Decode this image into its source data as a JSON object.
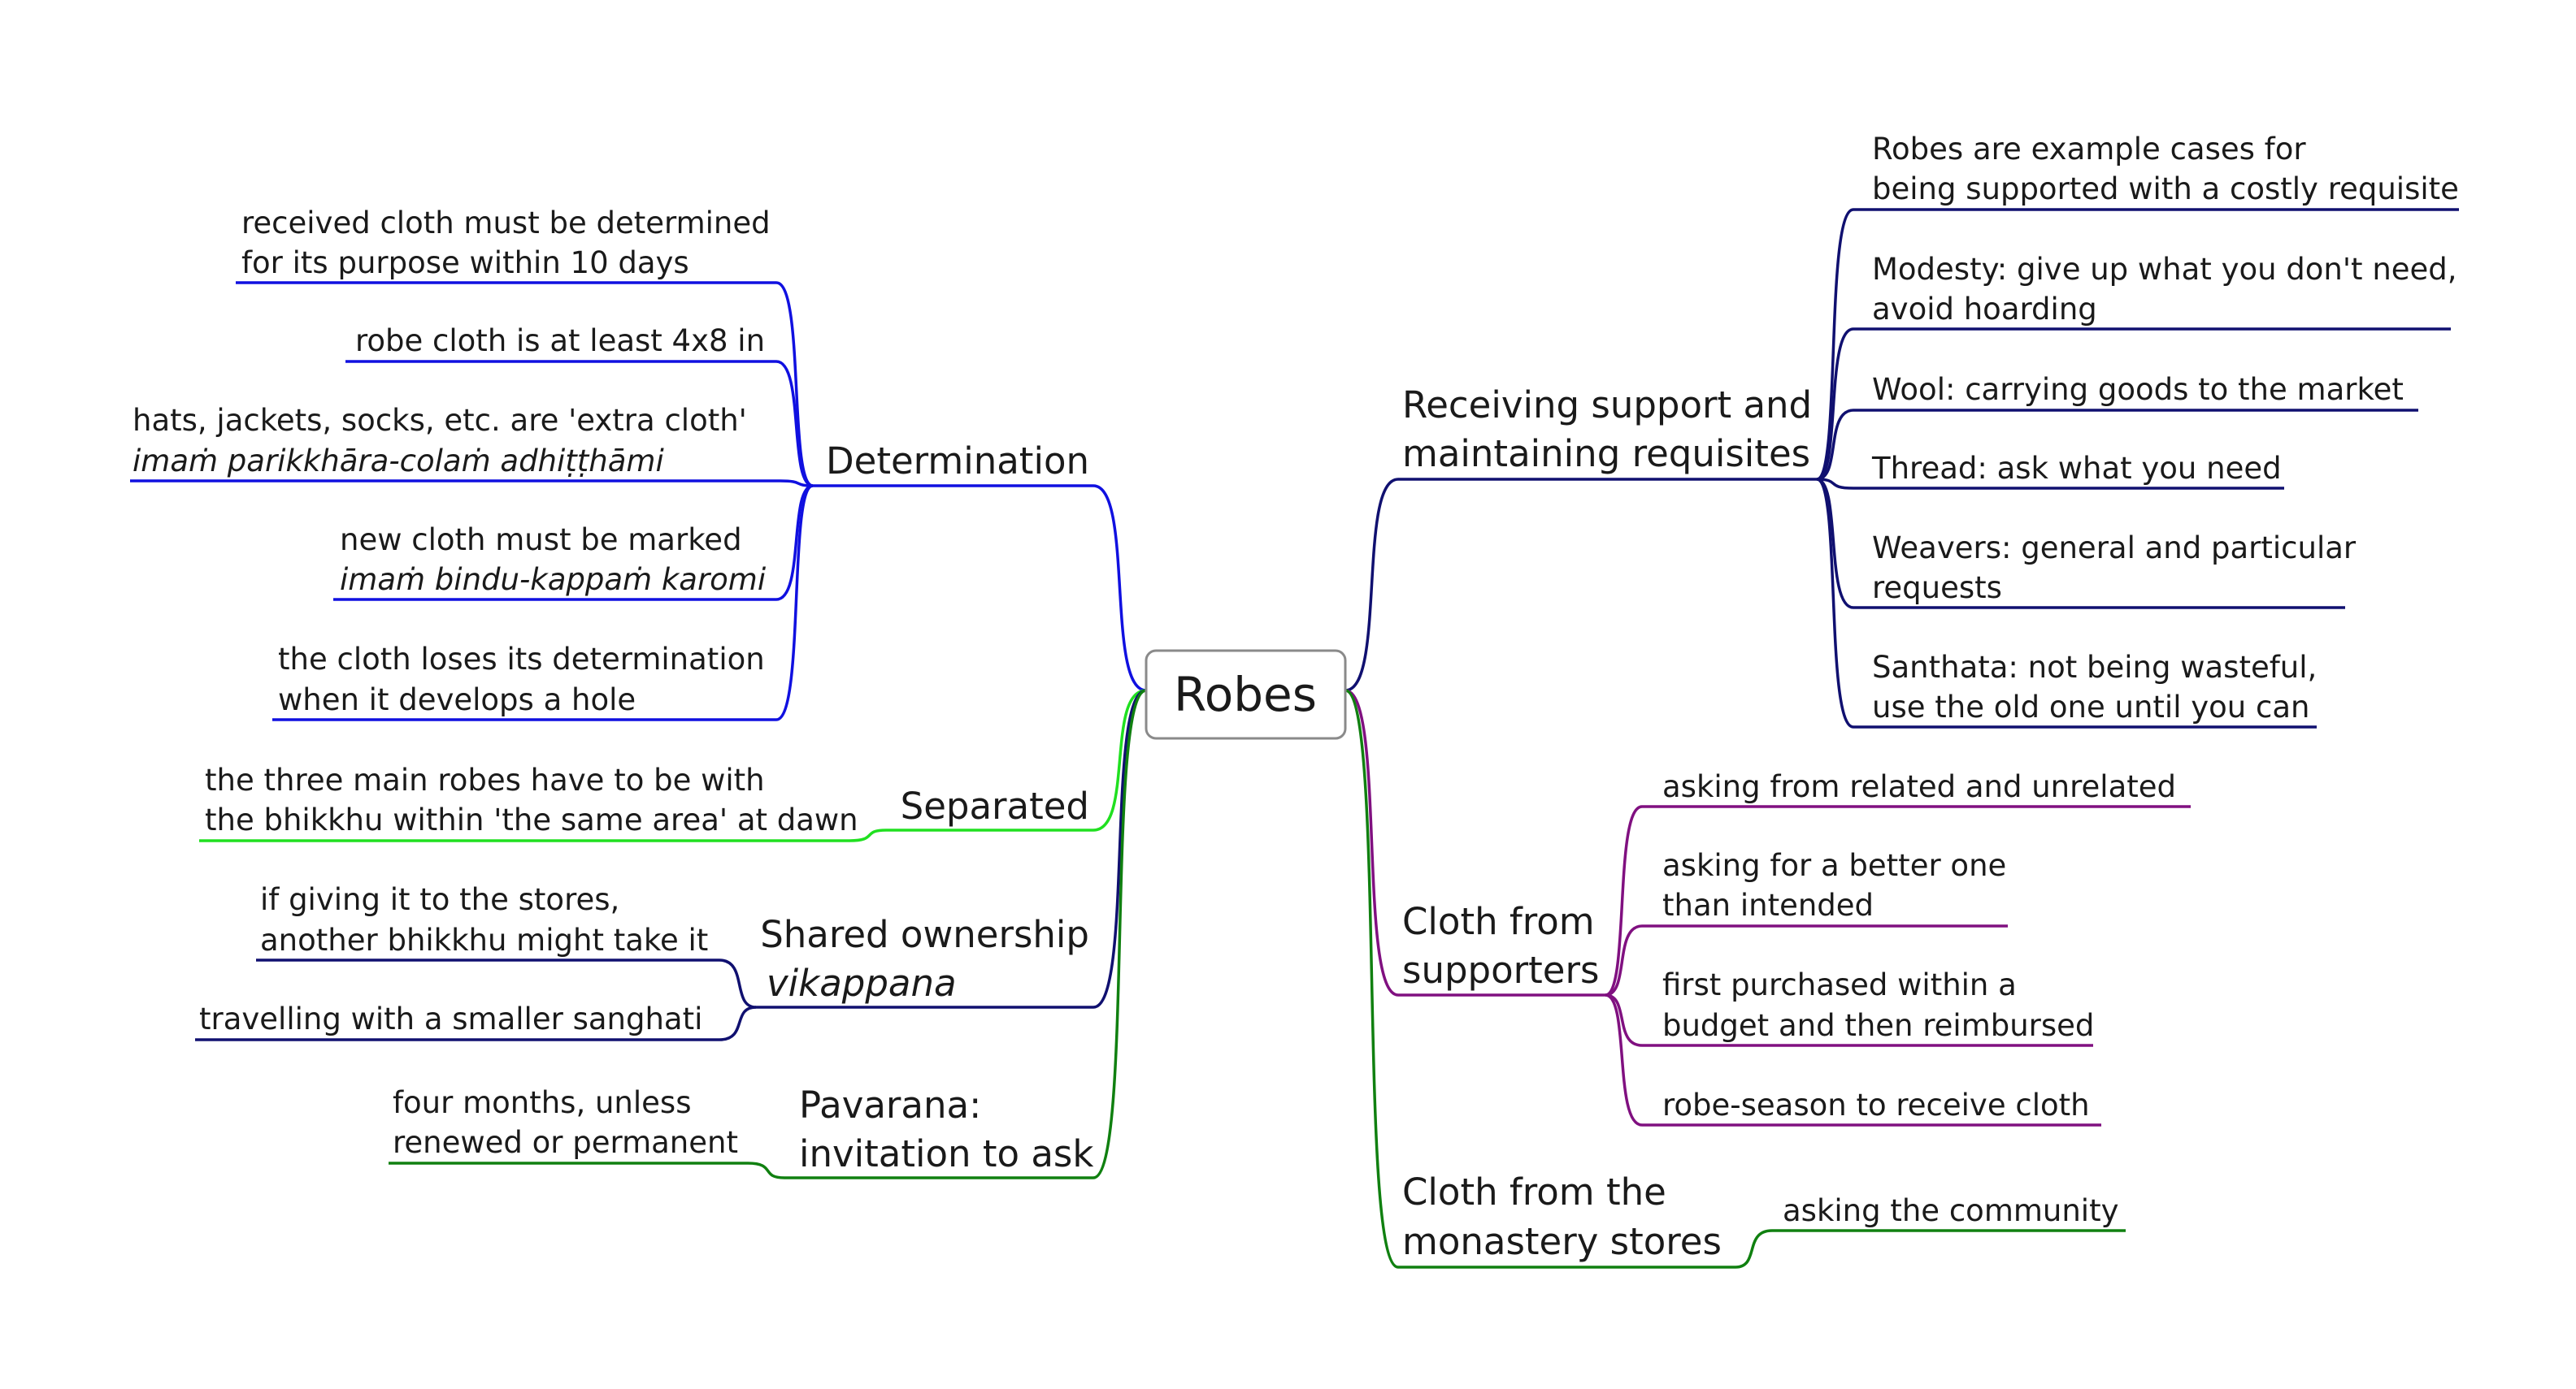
{
  "colors": {
    "blue": "#1010e0",
    "navy": "#101070",
    "green": "#108010",
    "bright_green": "#20e020",
    "purple": "#801080",
    "center_border": "#8a8a8a"
  },
  "center": {
    "label": "Robes"
  },
  "left": {
    "determination": {
      "label": "Determination",
      "leaves": {
        "l1": [
          "received cloth must be determined",
          "for its purpose within 10 days"
        ],
        "l2": [
          "robe cloth is at least 4x8 in"
        ],
        "l3": [
          "hats, jackets, socks, etc. are 'extra cloth'",
          "imaṁ parikkhāra-colaṁ adhiṭṭhāmi"
        ],
        "l4": [
          "new cloth must be marked",
          "imaṁ bindu-kappaṁ karomi"
        ],
        "l5": [
          "the cloth loses its determination",
          "when it develops a hole"
        ]
      }
    },
    "separated": {
      "label": "Separated",
      "leaves": {
        "l1": [
          "the three main robes have to be with",
          "the bhikkhu within 'the same area' at dawn"
        ]
      }
    },
    "shared": {
      "label": [
        "Shared ownership",
        "vikappana"
      ],
      "leaves": {
        "l1": [
          "if giving it to the stores,",
          "another bhikkhu might take it"
        ],
        "l2": [
          "travelling with a smaller sanghati"
        ]
      }
    },
    "pavarana": {
      "label": [
        "Pavarana:",
        "invitation to ask"
      ],
      "leaves": {
        "l1": [
          "four months, unless",
          "renewed or permanent"
        ]
      }
    }
  },
  "right": {
    "receiving": {
      "label": [
        "Receiving support and",
        "maintaining requisites"
      ],
      "leaves": {
        "l1": [
          "Robes are example cases for",
          "being supported with a costly requisite"
        ],
        "l2": [
          "Modesty: give up what you don't need,",
          "avoid hoarding"
        ],
        "l3": [
          "Wool: carrying goods to the market"
        ],
        "l4": [
          "Thread: ask what you need"
        ],
        "l5": [
          "Weavers: general and particular",
          "requests"
        ],
        "l6": [
          "Santhata: not being wasteful,",
          "use the old one until you can"
        ]
      }
    },
    "supporters": {
      "label": [
        "Cloth from",
        "supporters"
      ],
      "leaves": {
        "l1": [
          "asking from related and unrelated"
        ],
        "l2": [
          "asking for a better one",
          "than intended"
        ],
        "l3": [
          "first purchased within a",
          "budget and then reimbursed"
        ],
        "l4": [
          "robe-season to receive cloth"
        ]
      }
    },
    "stores": {
      "label": [
        "Cloth from the",
        "monastery stores"
      ],
      "leaves": {
        "l1": [
          "asking the community"
        ]
      }
    }
  }
}
